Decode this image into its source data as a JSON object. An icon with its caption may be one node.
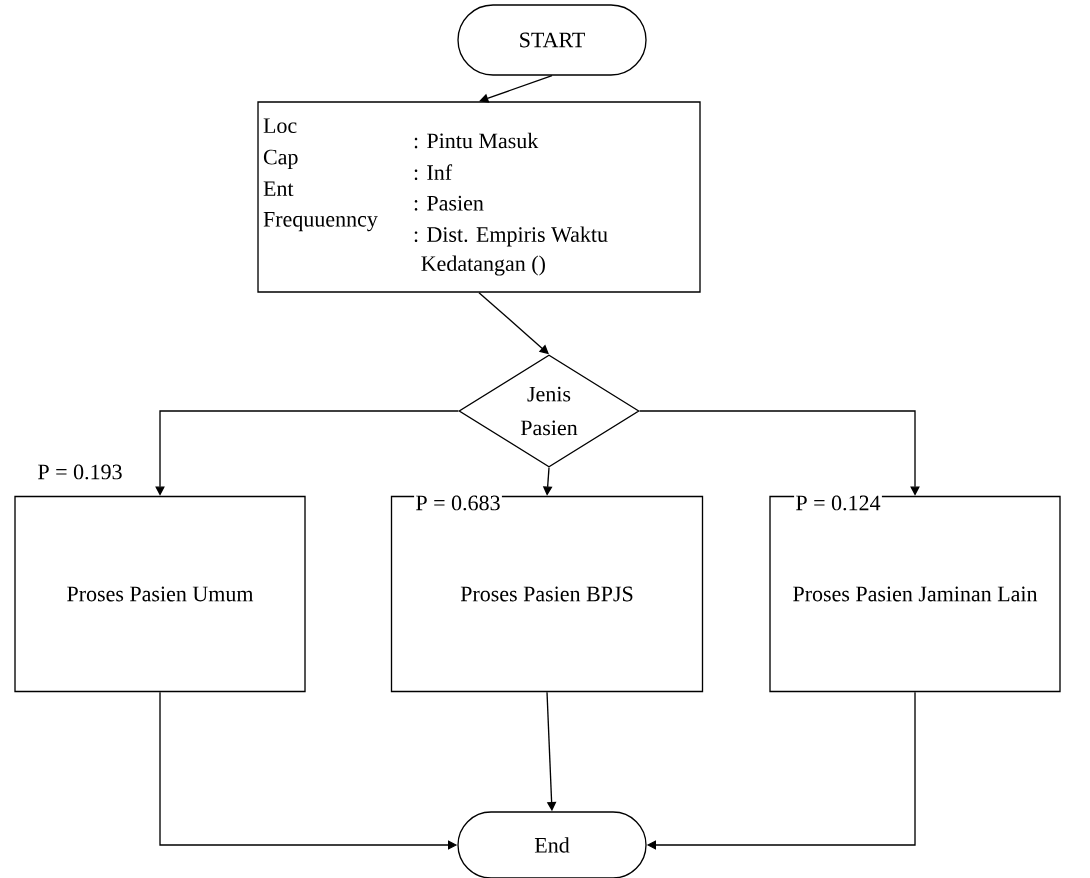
{
  "diagram": {
    "nodes": [
      {
        "text": [
          "START"
        ]
      },
      {
        "text": [
          "Loc",
          ": Pintu Masuk",
          "Cap",
          ": Inf",
          "Ent",
          ": Pasien",
          "Frequuenncy",
          ": Dist. Empiris Waktu Kedatangan ()"
        ]
      },
      {
        "text": [
          "Jenis Pasien"
        ]
      },
      {
        "text": [
          "Proses Pasien Umum"
        ]
      },
      {
        "text": [
          "Proses Pasien BPJS"
        ]
      },
      {
        "text": [
          "Proses Pasien Jaminan Lain"
        ]
      },
      {
        "text": [
          "End"
        ]
      }
    ],
    "edges": [
      {
        "from": 0,
        "to": 1,
        "arrow": "to"
      },
      {
        "from": 1,
        "to": 2,
        "arrow": "to"
      },
      {
        "from": 2,
        "to": 3,
        "arrow": "to",
        "label": "P = 0.193"
      },
      {
        "from": 2,
        "to": 4,
        "arrow": "to",
        "label": "P = 0.683"
      },
      {
        "from": 2,
        "to": 5,
        "arrow": "to",
        "label": "P = 0.124"
      },
      {
        "from": 3,
        "to": 6,
        "arrow": "to"
      },
      {
        "from": 4,
        "to": 6,
        "arrow": "to"
      },
      {
        "from": 5,
        "to": 6,
        "arrow": "to"
      }
    ]
  }
}
